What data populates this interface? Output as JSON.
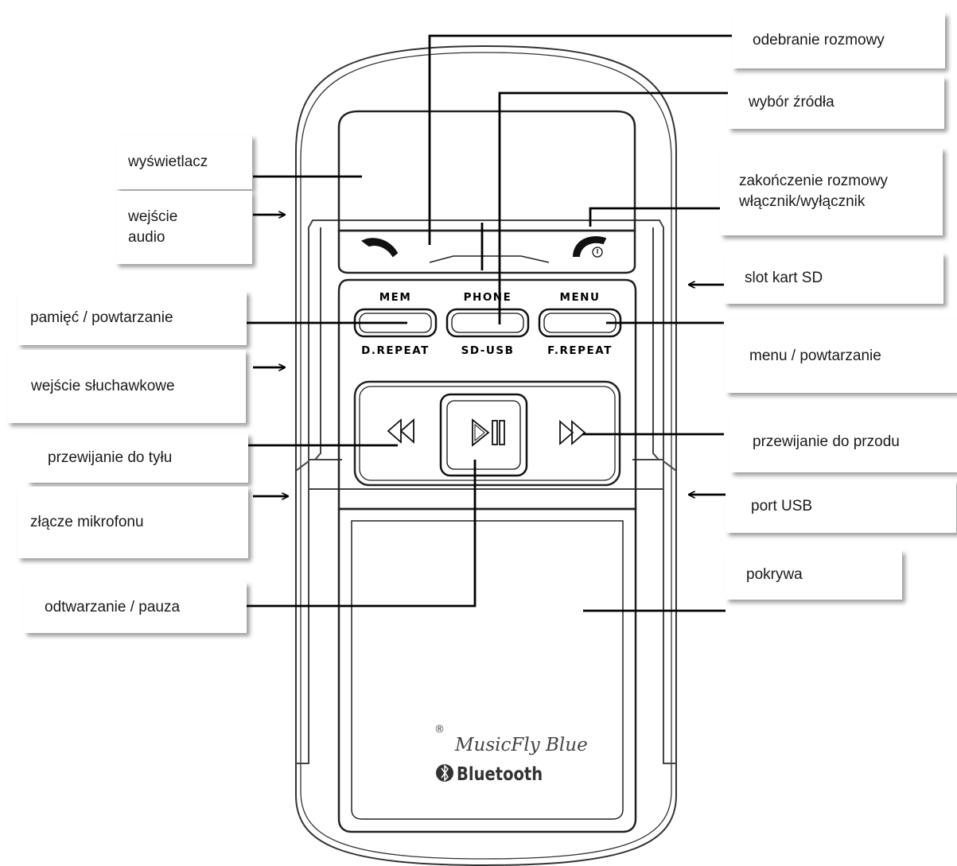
{
  "labels": {
    "display": "wyświetlacz",
    "audio_in": "wejście\naudio",
    "mem_repeat": "pamięć / powtarzanie",
    "headphone": "wejście słuchawkowe",
    "rewind": "przewijanie do tyłu",
    "mic": "złącze mikrofonu",
    "play_pause": "odtwarzanie / pauza",
    "answer_call": "odebranie rozmowy",
    "source": "wybór źródła",
    "end_call": "zakończenie rozmowy\nwłącznik/wyłącznik",
    "sd_slot": "slot kart SD",
    "menu_repeat": "menu / powtarzanie",
    "forward": "przewijanie do przodu",
    "usb_port": "port USB",
    "cover": "pokrywa"
  },
  "device": {
    "buttons": {
      "mem_top": "MEM",
      "phone_top": "PHONE",
      "menu_top": "MENU",
      "mem_bottom": "D.REPEAT",
      "phone_bottom": "SD-USB",
      "menu_bottom": "F.REPEAT"
    },
    "brand": "MusicFly Blue",
    "registered": "®",
    "bluetooth": "Bluetooth"
  }
}
